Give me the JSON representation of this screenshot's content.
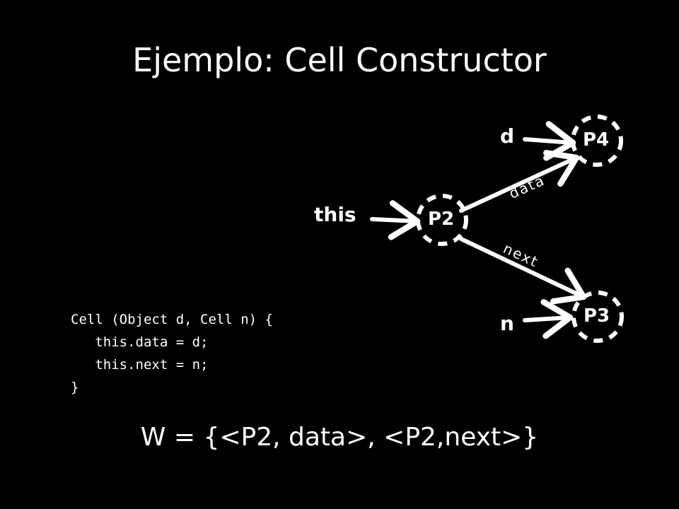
{
  "slide": {
    "title": "Ejemplo: Cell Constructor",
    "formula": "W = {<P2, data>, <P2,next>}"
  },
  "diagram": {
    "nodes": {
      "p2": "P2",
      "p3": "P3",
      "p4": "P4"
    },
    "pointers": {
      "this": "this",
      "d": "d",
      "n": "n"
    },
    "edges": {
      "data": "data",
      "next": "next"
    }
  },
  "code": {
    "lines": [
      "Cell (Object d, Cell n) {",
      "   this.data = d;",
      "   this.next = n;",
      "}"
    ]
  },
  "colors": {
    "background": "#000000",
    "foreground": "#ffffff"
  }
}
